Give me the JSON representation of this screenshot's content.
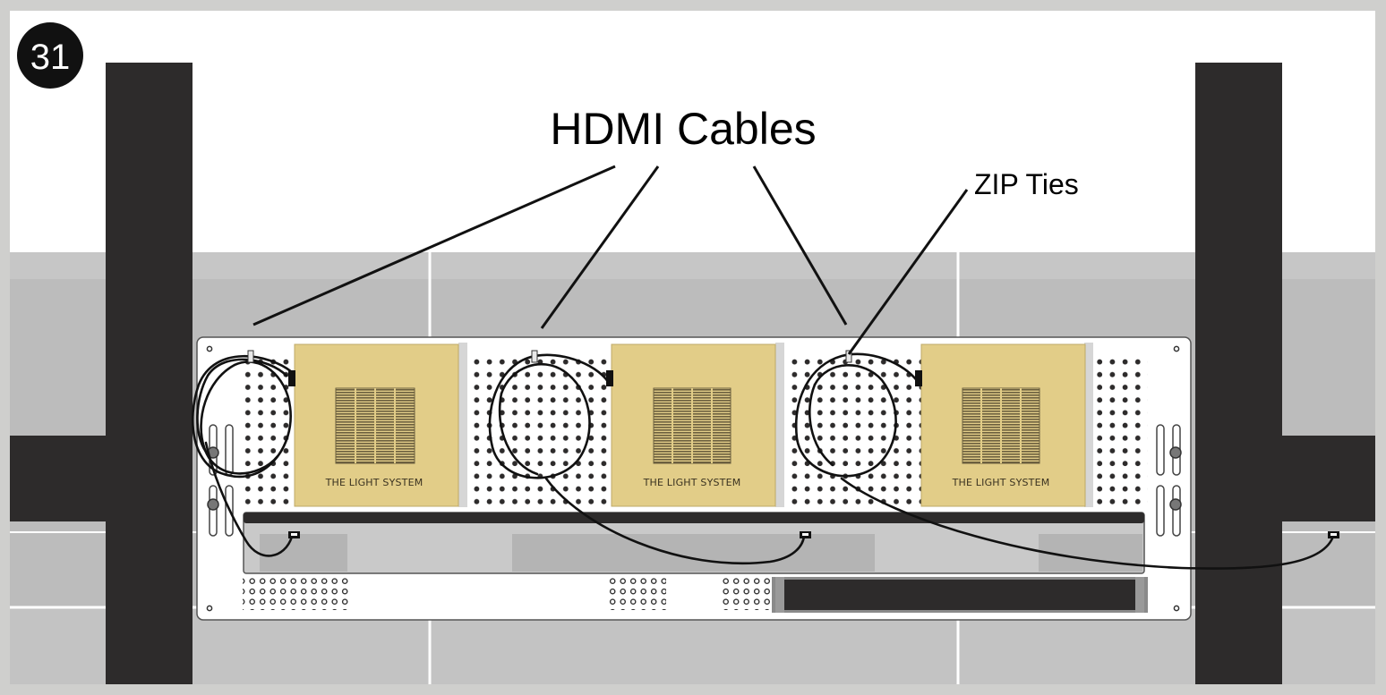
{
  "step": {
    "number": "31"
  },
  "labels": {
    "hdmi_cables": "HDMI Cables",
    "zip_ties": "ZIP Ties"
  },
  "modules": [
    {
      "brand": "THE LIGHT SYSTEM"
    },
    {
      "brand": "THE LIGHT SYSTEM"
    },
    {
      "brand": "THE LIGHT SYSTEM"
    }
  ],
  "icons": {
    "step_badge": "step-number-badge",
    "zip_tie": "zip-tie-icon",
    "hdmi_connector": "hdmi-connector-icon"
  },
  "colors": {
    "frame": "#cfcfcd",
    "background_top": "#ffffff",
    "wall_grey": "#bdbdbd",
    "post_dark": "#2d2b2b",
    "module_tan": "#e2cd88",
    "panel_white": "#ffffff"
  }
}
